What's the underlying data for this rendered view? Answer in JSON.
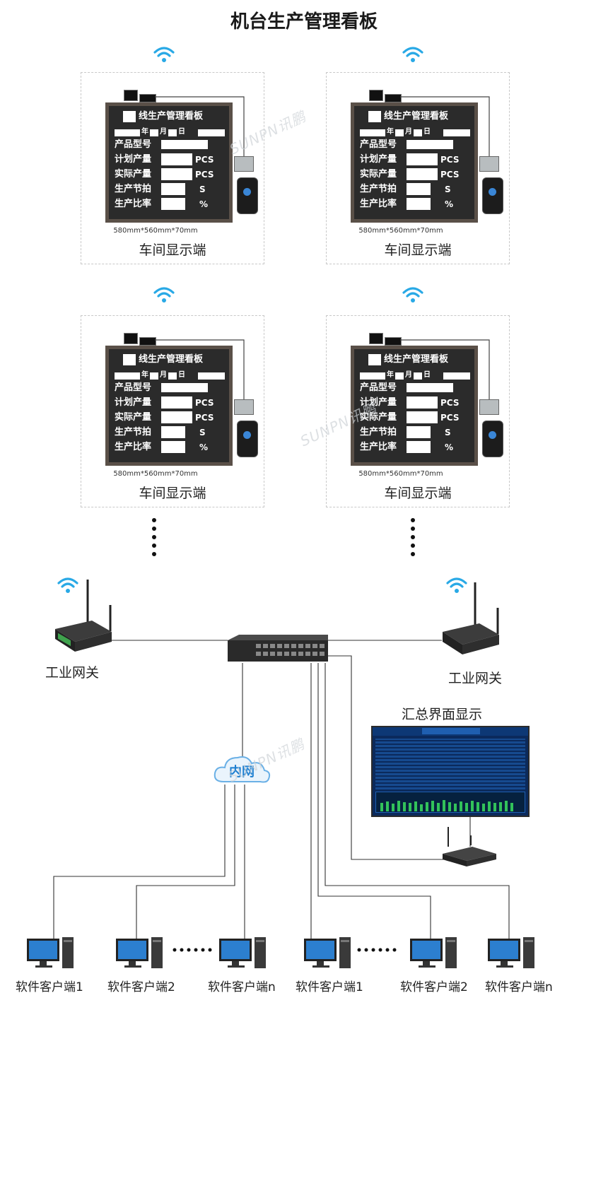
{
  "title": "机台生产管理看板",
  "display_board": {
    "header": "线生产管理看板",
    "date": {
      "year": "年",
      "month": "月",
      "day": "日"
    },
    "rows": [
      {
        "label": "产品型号",
        "unit": ""
      },
      {
        "label": "计划产量",
        "unit": "PCS"
      },
      {
        "label": "实际产量",
        "unit": "PCS"
      },
      {
        "label": "生产节拍",
        "unit": "S"
      },
      {
        "label": "生产比率",
        "unit": "%"
      }
    ],
    "dimensions": "580mm*560mm*70mm",
    "caption": "车间显示端"
  },
  "gateway_label": "工业网关",
  "summary_label": "汇总界面显示",
  "intranet_label": "内网",
  "watermark": "SUNPN讯鹏",
  "clients": [
    "软件客户端1",
    "软件客户端2",
    "软件客户端n",
    "软件客户端1",
    "软件客户端2",
    "软件客户端n"
  ],
  "colors": {
    "wifi": "#29a9e6",
    "line": "#333333",
    "board": "#2b2b2b",
    "cloud": "#1e7fd0"
  }
}
